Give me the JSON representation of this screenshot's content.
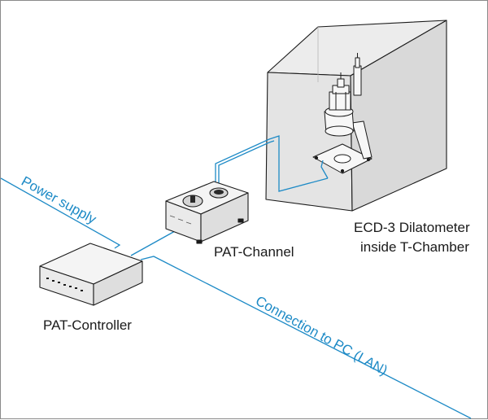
{
  "labels": {
    "power_supply": "Power supply",
    "pat_channel": "PAT-Channel",
    "pat_controller": "PAT-Controller",
    "dilatometer_line1": "ECD-3 Dilatometer",
    "dilatometer_line2": "inside T-Chamber",
    "connection_pc": "Connection to PC (LAN)"
  },
  "colors": {
    "cable": "#1d8ac6",
    "outline": "#1a1a1a",
    "chamber_fill": "#e6e6e6",
    "device_fill": "#f4f4f4"
  }
}
